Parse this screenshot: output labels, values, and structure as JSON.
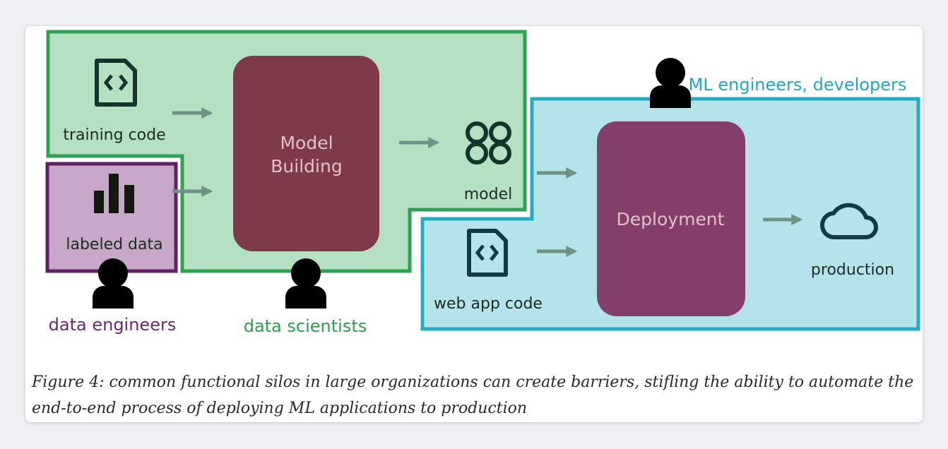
{
  "diagram": {
    "inputs": {
      "training_code": "training code",
      "labeled_data": "labeled data",
      "web_app_code": "web app code"
    },
    "stages": {
      "model_building_line1": "Model",
      "model_building_line2": "Building",
      "deployment": "Deployment"
    },
    "outputs": {
      "model": "model",
      "production": "production"
    },
    "teams": {
      "data_engineers": "data engineers",
      "data_scientists": "data scientists",
      "ml_engineers": "ML engineers, developers"
    },
    "colors": {
      "green_fill": "#b5e0c2",
      "green_border": "#2ea153",
      "green_text": "#2d9e51",
      "purple_fill": "#c7a8c9",
      "purple_border": "#5e2263",
      "purple_text": "#6a2a70",
      "cyan_fill": "#b5e3ea",
      "cyan_border": "#24adc2",
      "cyan_text": "#22a8bf",
      "model_box": "#7e3a48",
      "deploy_box": "#833f6a",
      "box_text": "#e2c2c6",
      "arrow": "#6f9287",
      "icon_dark": "#15352a",
      "icon_blue": "#123a45"
    },
    "icons": [
      "code-file-icon",
      "bar-chart-icon",
      "model-grid-icon",
      "cloud-icon",
      "person-icon"
    ]
  },
  "caption": "Figure 4: common functional silos in large organizations can create barriers, stifling the ability to automate the end-to-end process of deploying ML applications to production"
}
